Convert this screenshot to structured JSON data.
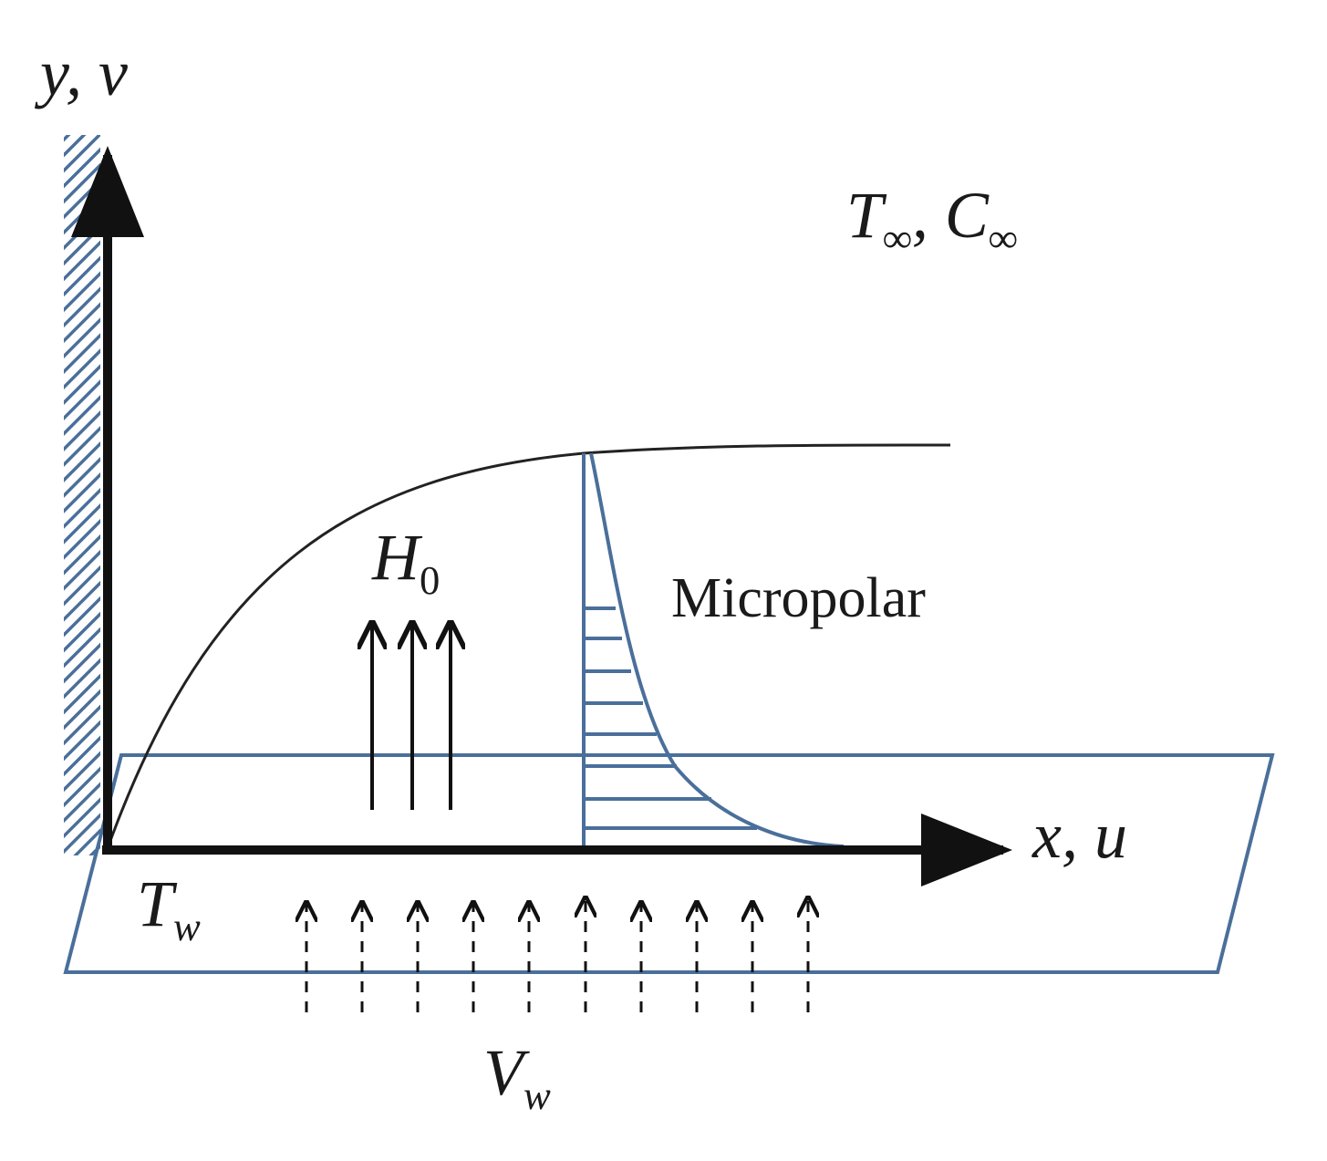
{
  "axes": {
    "y_label": "y, v",
    "x_label": "x, u"
  },
  "labels": {
    "far_field_t": "T",
    "far_field_t_sub": "∞",
    "far_field_sep": ", ",
    "far_field_c": "C",
    "far_field_c_sub": "∞",
    "wall_t": "T",
    "wall_t_sub": "w",
    "field_h": "H",
    "field_h_sub": "0",
    "suction_v": "V",
    "suction_v_sub": "w",
    "fluid": "Micropolar"
  },
  "colors": {
    "line": "#111111",
    "accent_blue": "#4a6f9a",
    "text": "#1a1a1a"
  }
}
